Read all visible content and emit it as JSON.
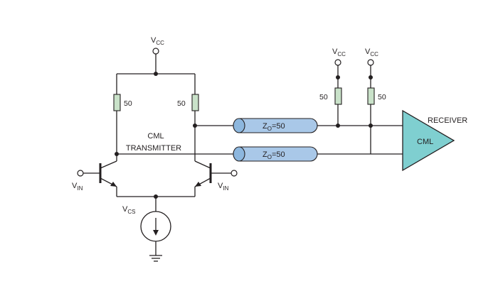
{
  "labels": {
    "vcc_main": "V",
    "vcc_main_sub": "CC",
    "vcc_rx1": "V",
    "vcc_rx1_sub": "CC",
    "vcc_rx2": "V",
    "vcc_rx2_sub": "CC",
    "r_tx_left": "50",
    "r_tx_right": "50",
    "r_rx_left": "50",
    "r_rx_right": "50",
    "transmitter_line1": "CML",
    "transmitter_line2": "TRANSMITTER",
    "cable_top": "Z",
    "cable_top_sub": "O",
    "cable_top_val": "=50",
    "cable_bottom": "Z",
    "cable_bottom_sub": "O",
    "cable_bottom_val": "=50",
    "receiver_title": "RECEIVER",
    "receiver_body": "CML",
    "vin_left": "V",
    "vin_left_sub": "IN",
    "vin_right": "V",
    "vin_right_sub": "IN",
    "vcs": "V",
    "vcs_sub": "CS"
  },
  "colors": {
    "resistor_fill": "#c9e2c9",
    "cable_fill": "#a9c8e8",
    "receiver_fill": "#7fcfd0",
    "line": "#231f20"
  }
}
